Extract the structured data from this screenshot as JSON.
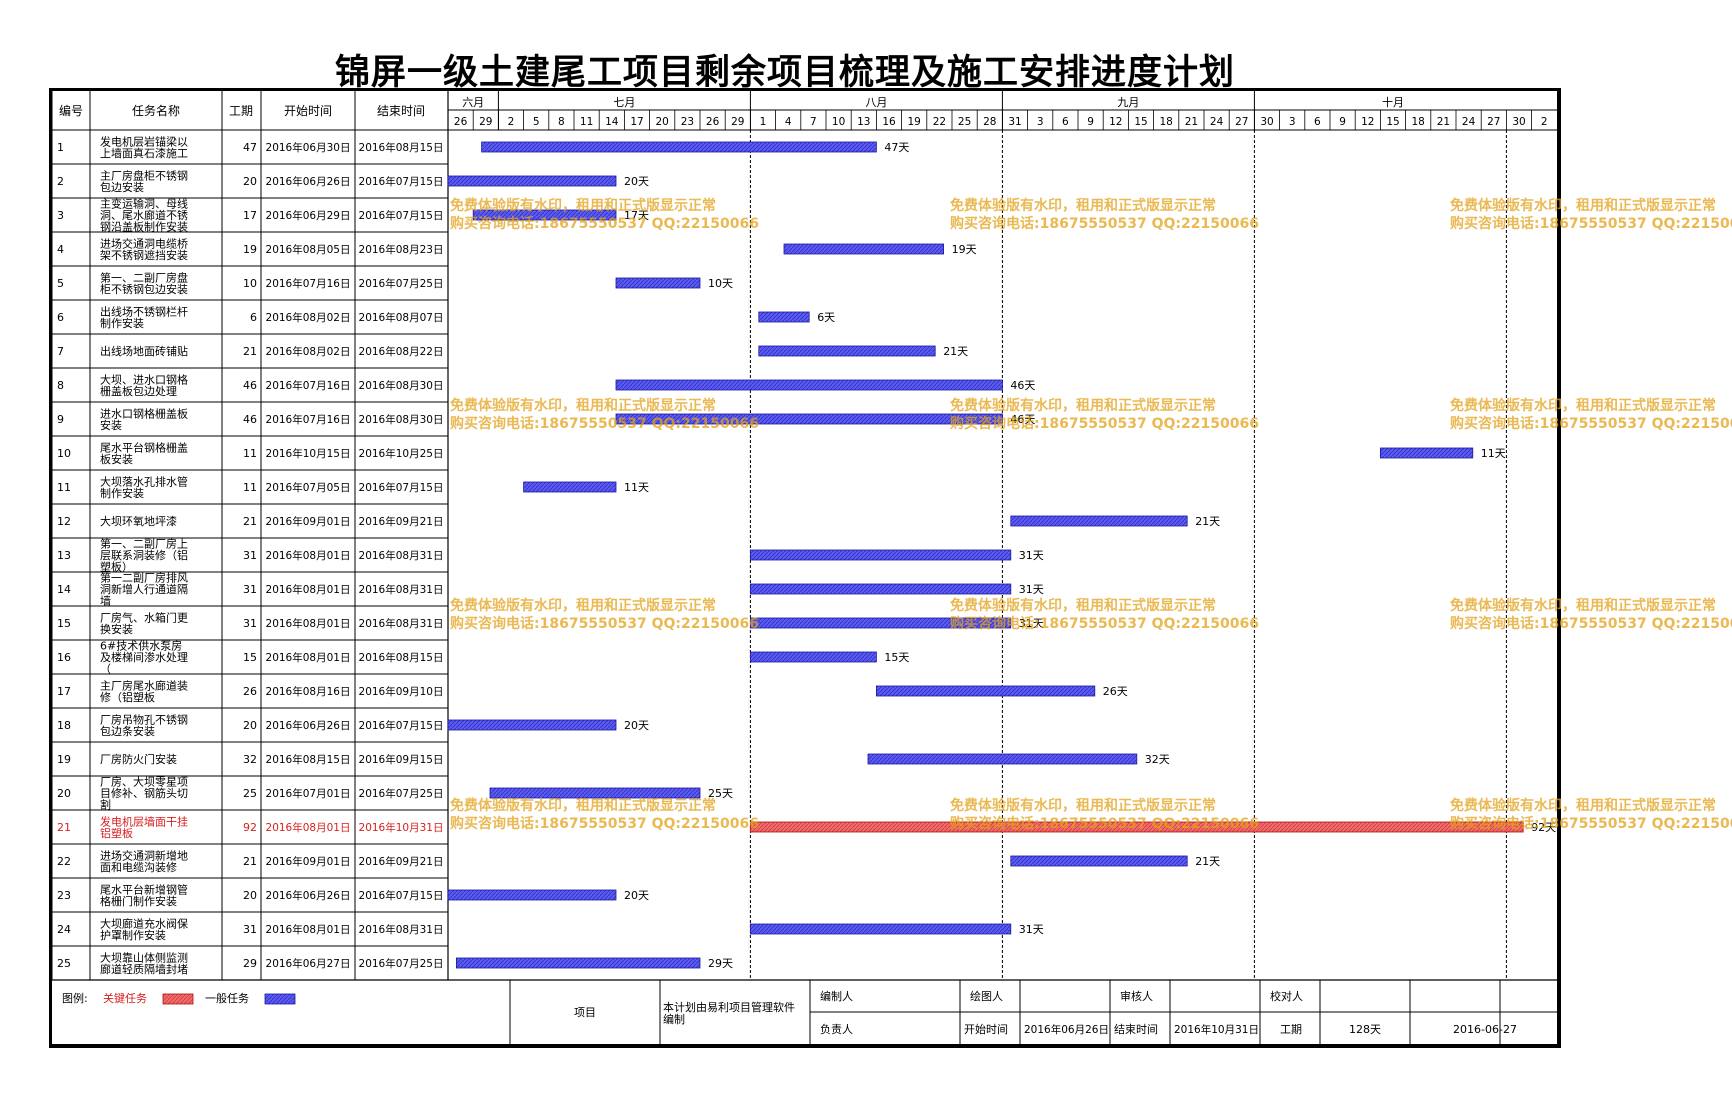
{
  "title": "锦屏一级土建尾工项目剩余项目梳理及施工安排进度计划",
  "table": {
    "headers": {
      "id": "编号",
      "name": "任务名称",
      "duration": "工期",
      "start": "开始时间",
      "end": "结束时间"
    }
  },
  "timeline": {
    "months": [
      {
        "label": "六月",
        "from": 0,
        "to": 2
      },
      {
        "label": "七月",
        "from": 2,
        "to": 12
      },
      {
        "label": "八月",
        "from": 12,
        "to": 22
      },
      {
        "label": "九月",
        "from": 22,
        "to": 32
      },
      {
        "label": "十月",
        "from": 32,
        "to": 43
      }
    ],
    "ticks": [
      "26",
      "29",
      "2",
      "5",
      "8",
      "11",
      "14",
      "17",
      "20",
      "23",
      "26",
      "29",
      "1",
      "4",
      "7",
      "10",
      "13",
      "16",
      "19",
      "22",
      "25",
      "28",
      "31",
      "3",
      "6",
      "9",
      "12",
      "15",
      "18",
      "21",
      "24",
      "27",
      "30",
      "3",
      "6",
      "9",
      "12",
      "15",
      "18",
      "21",
      "24",
      "27",
      "30",
      "2"
    ],
    "dashed_after_ticks": [
      12,
      22,
      32,
      42
    ]
  },
  "chart_data": {
    "type": "gantt",
    "title": "锦屏一级土建尾工项目剩余项目梳理及施工安排进度计划",
    "timeline_start": "2016-06-26",
    "timeline_end": "2016-11-02",
    "tasks": [
      {
        "id": "1",
        "name": "发电机层岩锚梁以上墙面真石漆施工",
        "duration": 47,
        "start": "2016年06月30日",
        "end": "2016年08月15日",
        "critical": false,
        "bar_label": "47天"
      },
      {
        "id": "2",
        "name": "主厂房盘柜不锈钢包边安装",
        "duration": 20,
        "start": "2016年06月26日",
        "end": "2016年07月15日",
        "critical": false,
        "bar_label": "20天"
      },
      {
        "id": "3",
        "name": "主变运输洞、母线洞、尾水廊道不锈钢沿盖板制作安装",
        "duration": 17,
        "start": "2016年06月29日",
        "end": "2016年07月15日",
        "critical": false,
        "bar_label": "17天"
      },
      {
        "id": "4",
        "name": "进场交通洞电缆桥架不锈钢遮挡安装",
        "duration": 19,
        "start": "2016年08月05日",
        "end": "2016年08月23日",
        "critical": false,
        "bar_label": "19天"
      },
      {
        "id": "5",
        "name": "第一、二副厂房盘柜不锈钢包边安装",
        "duration": 10,
        "start": "2016年07月16日",
        "end": "2016年07月25日",
        "critical": false,
        "bar_label": "10天"
      },
      {
        "id": "6",
        "name": "出线场不锈钢栏杆制作安装",
        "duration": 6,
        "start": "2016年08月02日",
        "end": "2016年08月07日",
        "critical": false,
        "bar_label": "6天"
      },
      {
        "id": "7",
        "name": "出线场地面砖铺贴",
        "duration": 21,
        "start": "2016年08月02日",
        "end": "2016年08月22日",
        "critical": false,
        "bar_label": "21天"
      },
      {
        "id": "8",
        "name": "大坝、进水口钢格栅盖板包边处理",
        "duration": 46,
        "start": "2016年07月16日",
        "end": "2016年08月30日",
        "critical": false,
        "bar_label": "46天"
      },
      {
        "id": "9",
        "name": "进水口钢格栅盖板安装",
        "duration": 46,
        "start": "2016年07月16日",
        "end": "2016年08月30日",
        "critical": false,
        "bar_label": "46天"
      },
      {
        "id": "10",
        "name": "尾水平台钢格栅盖板安装",
        "duration": 11,
        "start": "2016年10月15日",
        "end": "2016年10月25日",
        "critical": false,
        "bar_label": "11天"
      },
      {
        "id": "11",
        "name": "大坝落水孔排水管制作安装",
        "duration": 11,
        "start": "2016年07月05日",
        "end": "2016年07月15日",
        "critical": false,
        "bar_label": "11天"
      },
      {
        "id": "12",
        "name": "大坝环氧地坪漆",
        "duration": 21,
        "start": "2016年09月01日",
        "end": "2016年09月21日",
        "critical": false,
        "bar_label": "21天"
      },
      {
        "id": "13",
        "name": "第一、二副厂房上层联系洞装修（铝塑板）",
        "duration": 31,
        "start": "2016年08月01日",
        "end": "2016年08月31日",
        "critical": false,
        "bar_label": "31天"
      },
      {
        "id": "14",
        "name": "第一二副厂房排风洞新增人行通道隔墙",
        "duration": 31,
        "start": "2016年08月01日",
        "end": "2016年08月31日",
        "critical": false,
        "bar_label": "31天"
      },
      {
        "id": "15",
        "name": "厂房气、水箱门更换安装",
        "duration": 31,
        "start": "2016年08月01日",
        "end": "2016年08月31日",
        "critical": false,
        "bar_label": "31天"
      },
      {
        "id": "16",
        "name": "6#技术供水泵房及楼梯间渗水处理（",
        "duration": 15,
        "start": "2016年08月01日",
        "end": "2016年08月15日",
        "critical": false,
        "bar_label": "15天"
      },
      {
        "id": "17",
        "name": "主厂房尾水廊道装修（铝塑板",
        "duration": 26,
        "start": "2016年08月16日",
        "end": "2016年09月10日",
        "critical": false,
        "bar_label": "26天"
      },
      {
        "id": "18",
        "name": "厂房吊物孔不锈钢包边条安装",
        "duration": 20,
        "start": "2016年06月26日",
        "end": "2016年07月15日",
        "critical": false,
        "bar_label": "20天"
      },
      {
        "id": "19",
        "name": "厂房防火门安装",
        "duration": 32,
        "start": "2016年08月15日",
        "end": "2016年09月15日",
        "critical": false,
        "bar_label": "32天"
      },
      {
        "id": "20",
        "name": "厂房、大坝零星项目修补、钢筋头切割",
        "duration": 25,
        "start": "2016年07月01日",
        "end": "2016年07月25日",
        "critical": false,
        "bar_label": "25天"
      },
      {
        "id": "21",
        "name": "发电机层墙面干挂铝塑板",
        "duration": 92,
        "start": "2016年08月01日",
        "end": "2016年10月31日",
        "critical": true,
        "bar_label": "92天"
      },
      {
        "id": "22",
        "name": "进场交通洞新增地面和电缆沟装修",
        "duration": 21,
        "start": "2016年09月01日",
        "end": "2016年09月21日",
        "critical": false,
        "bar_label": "21天"
      },
      {
        "id": "23",
        "name": "尾水平台新增钢管格栅门制作安装",
        "duration": 20,
        "start": "2016年06月26日",
        "end": "2016年07月15日",
        "critical": false,
        "bar_label": "20天"
      },
      {
        "id": "24",
        "name": "大坝廊道充水阀保护罩制作安装",
        "duration": 31,
        "start": "2016年08月01日",
        "end": "2016年08月31日",
        "critical": false,
        "bar_label": "31天"
      },
      {
        "id": "25",
        "name": "大坝靠山体侧监测廊道轻质隔墙封堵",
        "duration": 29,
        "start": "2016年06月27日",
        "end": "2016年07月25日",
        "critical": false,
        "bar_label": "29天"
      }
    ],
    "colors": {
      "normal": "#5b5bf0",
      "critical": "#f06b6b",
      "grid": "#000000"
    }
  },
  "legend": {
    "label": "图例:",
    "critical": "关键任务",
    "normal": "一般任务"
  },
  "footer": {
    "project_label": "项目",
    "note": "本计划由易利项目管理软件编制",
    "compiler": "编制人",
    "drawer": "绘图人",
    "reviewer": "审核人",
    "checker": "校对人",
    "responsible": "负责人",
    "start_label": "开始时间",
    "start_value": "2016年06月26日",
    "end_label": "结束时间",
    "end_value": "2016年10月31日",
    "duration_label": "工期",
    "duration_value": "128天",
    "date_value": "2016-06-27"
  },
  "watermark": {
    "line1": "免费体验版有水印，租用和正式版显示正常",
    "line2": "购买咨询电话:18675550537 QQ:22150066"
  }
}
